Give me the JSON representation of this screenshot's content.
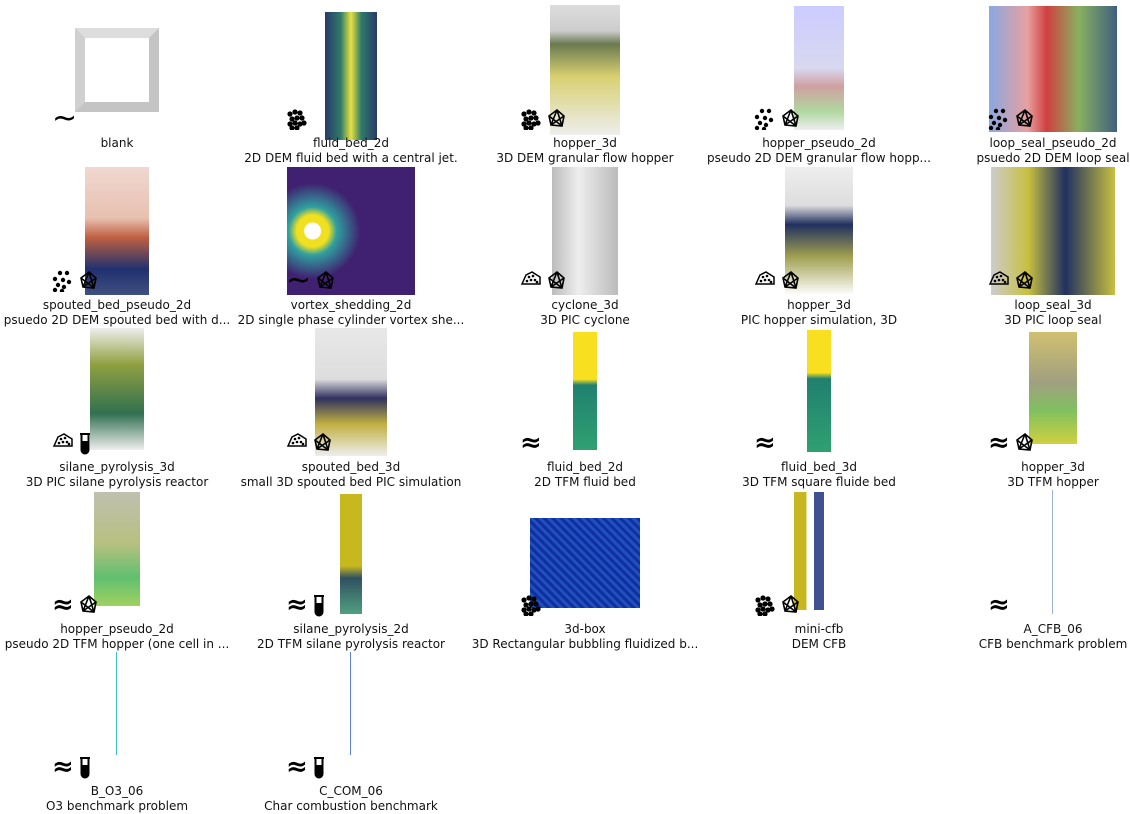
{
  "templates": [
    {
      "name": "blank",
      "desc": "",
      "icons": [
        "single-phase"
      ]
    },
    {
      "name": "fluid_bed_2d",
      "desc": "2D DEM fluid bed with a central jet.",
      "icons": [
        "dem"
      ]
    },
    {
      "name": "hopper_3d",
      "desc": "3D DEM granular flow hopper",
      "icons": [
        "dem",
        "mesh"
      ]
    },
    {
      "name": "hopper_pseudo_2d",
      "desc": "pseudo 2D DEM granular flow hopp...",
      "icons": [
        "dem-sparse",
        "mesh"
      ]
    },
    {
      "name": "loop_seal_pseudo_2d",
      "desc": "psuedo 2D DEM loop seal",
      "icons": [
        "dem-sparse",
        "mesh"
      ]
    },
    {
      "name": "spouted_bed_pseudo_2d",
      "desc": "psuedo 2D DEM spouted bed with d...",
      "icons": [
        "dem-sparse",
        "mesh"
      ]
    },
    {
      "name": "vortex_shedding_2d",
      "desc": "2D single phase cylinder vortex she...",
      "icons": [
        "single-phase",
        "mesh"
      ]
    },
    {
      "name": "cyclone_3d",
      "desc": "3D PIC cyclone",
      "icons": [
        "pic",
        "mesh"
      ]
    },
    {
      "name": "hopper_3d",
      "desc": "PIC hopper simulation, 3D",
      "icons": [
        "pic",
        "mesh"
      ]
    },
    {
      "name": "loop_seal_3d",
      "desc": "3D PIC loop seal",
      "icons": [
        "pic",
        "mesh"
      ]
    },
    {
      "name": "silane_pyrolysis_3d",
      "desc": "3D PIC silane pyrolysis reactor",
      "icons": [
        "pic",
        "chemistry"
      ]
    },
    {
      "name": "spouted_bed_3d",
      "desc": "small 3D spouted bed PIC simulation",
      "icons": [
        "pic",
        "mesh"
      ]
    },
    {
      "name": "fluid_bed_2d",
      "desc": "2D TFM fluid bed",
      "icons": [
        "tfm"
      ]
    },
    {
      "name": "fluid_bed_3d",
      "desc": "3D TFM square fluide bed",
      "icons": [
        "tfm"
      ]
    },
    {
      "name": "hopper_3d",
      "desc": "3D TFM hopper",
      "icons": [
        "tfm",
        "mesh"
      ]
    },
    {
      "name": "hopper_pseudo_2d",
      "desc": "pseudo 2D TFM hopper (one cell in ...",
      "icons": [
        "tfm",
        "mesh"
      ]
    },
    {
      "name": "silane_pyrolysis_2d",
      "desc": "2D TFM silane pyrolysis reactor",
      "icons": [
        "tfm",
        "chemistry"
      ]
    },
    {
      "name": "3d-box",
      "desc": "3D Rectangular bubbling fluidized b...",
      "icons": [
        "dem"
      ]
    },
    {
      "name": "mini-cfb",
      "desc": "DEM CFB",
      "icons": [
        "dem",
        "mesh"
      ]
    },
    {
      "name": "A_CFB_06",
      "desc": "CFB benchmark problem",
      "icons": [
        "tfm"
      ]
    },
    {
      "name": "B_O3_06",
      "desc": "O3 benchmark problem",
      "icons": [
        "tfm",
        "chemistry"
      ]
    },
    {
      "name": "C_COM_06",
      "desc": "Char combustion benchmark",
      "icons": [
        "tfm",
        "chemistry"
      ]
    }
  ]
}
